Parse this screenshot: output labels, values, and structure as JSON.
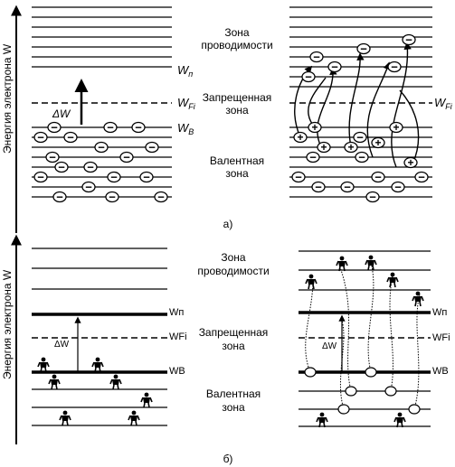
{
  "panel_a": {
    "axis_label": "Энергия электрона W",
    "conduction_zone": [
      "Зона",
      "проводимости"
    ],
    "forbidden_zone": [
      "Запрещенная",
      "зона"
    ],
    "valence_zone": [
      "Валентная",
      "зона"
    ],
    "level_wp": "W",
    "level_wp_sub": "п",
    "level_wfi": "W",
    "level_wfi_sub": "Fi",
    "level_wfi_right": "W",
    "level_wfi_right_sub": "Fi",
    "level_wv": "W",
    "level_wv_sub": "B",
    "delta_w": "ΔW",
    "caption": "а)"
  },
  "panel_b": {
    "axis_label": "Энергия электрона W",
    "conduction_zone": [
      "Зона",
      "проводимости"
    ],
    "forbidden_zone": [
      "Запрещенная",
      "зона"
    ],
    "valence_zone": [
      "Валентная",
      "зона"
    ],
    "level_wn": "Wп",
    "level_wfi": "WFi",
    "level_wv": "WB",
    "level_wn_right": "Wп",
    "level_wfi_right": "WFi",
    "level_wv_right": "WB",
    "delta_w": "ΔW",
    "delta_w_right": "ΔW",
    "caption": "б)"
  },
  "symbols": {
    "electron": "−",
    "hole": "+"
  }
}
